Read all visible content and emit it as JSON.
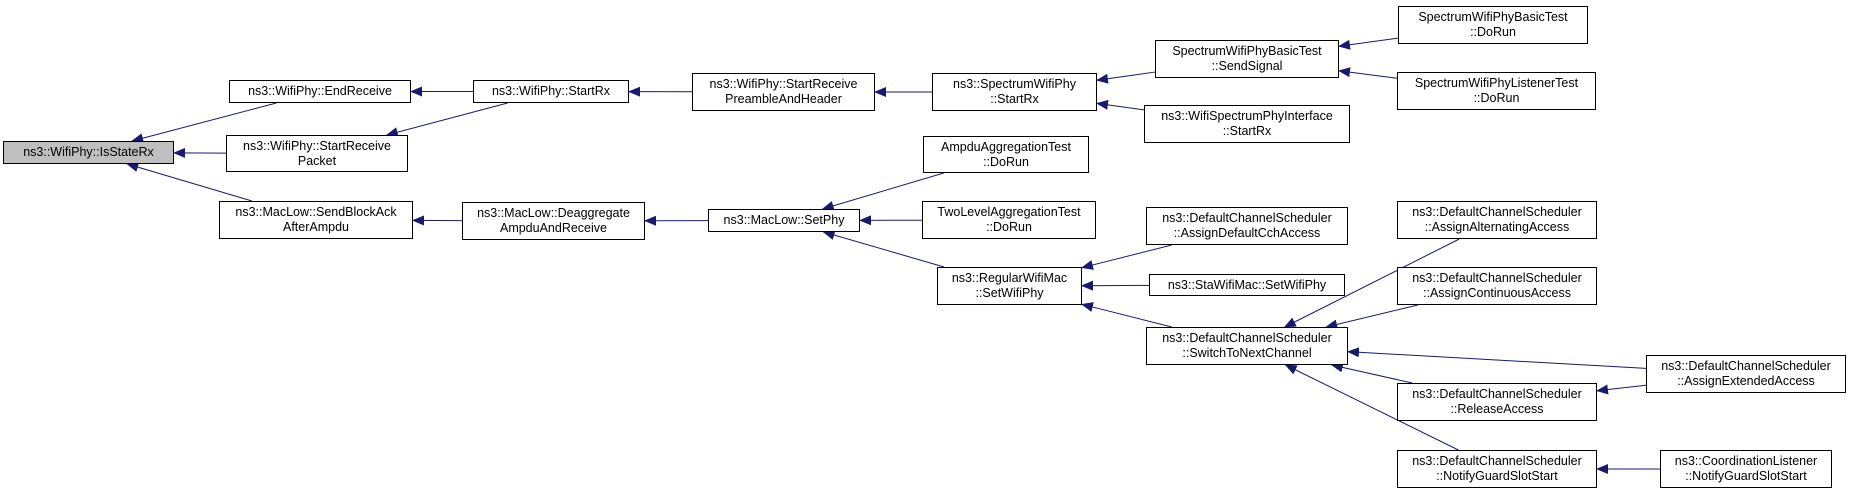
{
  "colors": {
    "edge": "#191970",
    "root_fill": "#bfbfbf",
    "node_fill": "#ffffff",
    "border": "#000000"
  },
  "nodes": {
    "isstaterx": {
      "lines": [
        "ns3::WifiPhy::IsStateRx"
      ]
    },
    "endreceive": {
      "lines": [
        "ns3::WifiPhy::EndReceive"
      ]
    },
    "startreceivepacket": {
      "lines": [
        "ns3::WifiPhy::StartReceive",
        "Packet"
      ]
    },
    "sendblockack": {
      "lines": [
        "ns3::MacLow::SendBlockAck",
        "AfterAmpdu"
      ]
    },
    "startrx": {
      "lines": [
        "ns3::WifiPhy::StartRx"
      ]
    },
    "deaggregate": {
      "lines": [
        "ns3::MacLow::Deaggregate",
        "AmpduAndReceive"
      ]
    },
    "startreceivepreamble": {
      "lines": [
        "ns3::WifiPhy::StartReceive",
        "PreambleAndHeader"
      ]
    },
    "setphy": {
      "lines": [
        "ns3::MacLow::SetPhy"
      ]
    },
    "spectrumstartrx": {
      "lines": [
        "ns3::SpectrumWifiPhy",
        "::StartRx"
      ]
    },
    "ampdutest": {
      "lines": [
        "AmpduAggregationTest",
        "::DoRun"
      ]
    },
    "twoleveltest": {
      "lines": [
        "TwoLevelAggregationTest",
        "::DoRun"
      ]
    },
    "regularsetwifiphy": {
      "lines": [
        "ns3::RegularWifiMac",
        "::SetWifiPhy"
      ]
    },
    "sendsignal": {
      "lines": [
        "SpectrumWifiPhyBasicTest",
        "::SendSignal"
      ]
    },
    "interfacestartrx": {
      "lines": [
        "ns3::WifiSpectrumPhyInterface",
        "::StartRx"
      ]
    },
    "assigndefaultcch": {
      "lines": [
        "ns3::DefaultChannelScheduler",
        "::AssignDefaultCchAccess"
      ]
    },
    "stasetwifiphy": {
      "lines": [
        "ns3::StaWifiMac::SetWifiPhy"
      ]
    },
    "switchtonext": {
      "lines": [
        "ns3::DefaultChannelScheduler",
        "::SwitchToNextChannel"
      ]
    },
    "basictestdorun": {
      "lines": [
        "SpectrumWifiPhyBasicTest",
        "::DoRun"
      ]
    },
    "listenertestdorun": {
      "lines": [
        "SpectrumWifiPhyListenerTest",
        "::DoRun"
      ]
    },
    "assignalternating": {
      "lines": [
        "ns3::DefaultChannelScheduler",
        "::AssignAlternatingAccess"
      ]
    },
    "assigncontinuous": {
      "lines": [
        "ns3::DefaultChannelScheduler",
        "::AssignContinuousAccess"
      ]
    },
    "releaseaccess": {
      "lines": [
        "ns3::DefaultChannelScheduler",
        "::ReleaseAccess"
      ]
    },
    "notifyguard": {
      "lines": [
        "ns3::DefaultChannelScheduler",
        "::NotifyGuardSlotStart"
      ]
    },
    "assignextended": {
      "lines": [
        "ns3::DefaultChannelScheduler",
        "::AssignExtendedAccess"
      ]
    },
    "listenernotify": {
      "lines": [
        "ns3::CoordinationListener",
        "::NotifyGuardSlotStart"
      ]
    }
  },
  "edges": [
    {
      "from": "endreceive",
      "to": "isstaterx"
    },
    {
      "from": "startreceivepacket",
      "to": "isstaterx"
    },
    {
      "from": "sendblockack",
      "to": "isstaterx"
    },
    {
      "from": "startrx",
      "to": "endreceive"
    },
    {
      "from": "startrx",
      "to": "startreceivepacket"
    },
    {
      "from": "deaggregate",
      "to": "sendblockack"
    },
    {
      "from": "startreceivepreamble",
      "to": "startrx"
    },
    {
      "from": "setphy",
      "to": "deaggregate"
    },
    {
      "from": "spectrumstartrx",
      "to": "startreceivepreamble"
    },
    {
      "from": "ampdutest",
      "to": "setphy"
    },
    {
      "from": "twoleveltest",
      "to": "setphy"
    },
    {
      "from": "regularsetwifiphy",
      "to": "setphy"
    },
    {
      "from": "sendsignal",
      "to": "spectrumstartrx"
    },
    {
      "from": "interfacestartrx",
      "to": "spectrumstartrx"
    },
    {
      "from": "assigndefaultcch",
      "to": "regularsetwifiphy"
    },
    {
      "from": "stasetwifiphy",
      "to": "regularsetwifiphy"
    },
    {
      "from": "switchtonext",
      "to": "regularsetwifiphy"
    },
    {
      "from": "basictestdorun",
      "to": "sendsignal"
    },
    {
      "from": "listenertestdorun",
      "to": "sendsignal"
    },
    {
      "from": "assignalternating",
      "to": "switchtonext"
    },
    {
      "from": "assigncontinuous",
      "to": "switchtonext"
    },
    {
      "from": "assignextended",
      "to": "switchtonext"
    },
    {
      "from": "releaseaccess",
      "to": "switchtonext"
    },
    {
      "from": "notifyguard",
      "to": "switchtonext"
    },
    {
      "from": "assignextended",
      "to": "releaseaccess"
    },
    {
      "from": "listenernotify",
      "to": "notifyguard"
    }
  ]
}
